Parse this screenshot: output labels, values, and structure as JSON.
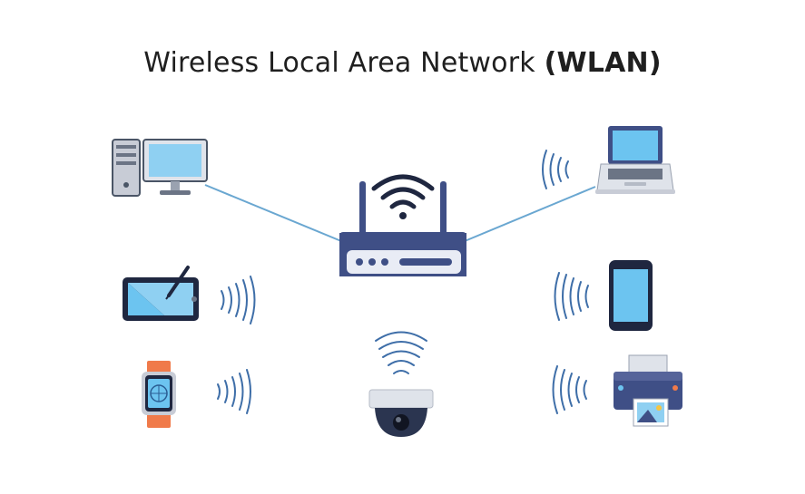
{
  "title": {
    "main": "Wireless Local Area Network ",
    "emphasis": "(WLAN)"
  },
  "devices": [
    {
      "name": "desktop-computer",
      "icon": "desktop-icon",
      "connection": "wired"
    },
    {
      "name": "laptop",
      "icon": "laptop-icon",
      "connection": "wired"
    },
    {
      "name": "drawing-tablet",
      "icon": "tablet-icon",
      "connection": "wireless"
    },
    {
      "name": "smartphone",
      "icon": "phone-icon",
      "connection": "wireless"
    },
    {
      "name": "smartwatch",
      "icon": "watch-icon",
      "connection": "wireless"
    },
    {
      "name": "security-camera",
      "icon": "camera-icon",
      "connection": "wireless"
    },
    {
      "name": "printer",
      "icon": "printer-icon",
      "connection": "wireless"
    }
  ],
  "hub": {
    "name": "wireless-router",
    "icon": "router-icon"
  },
  "colors": {
    "router_body": "#3f4f86",
    "router_face": "#e9ecf5",
    "screen": "#6cc4f0",
    "signal": "#3e6ea8",
    "link_line": "#6aa7d1",
    "watch_strap": "#f07a4a"
  }
}
